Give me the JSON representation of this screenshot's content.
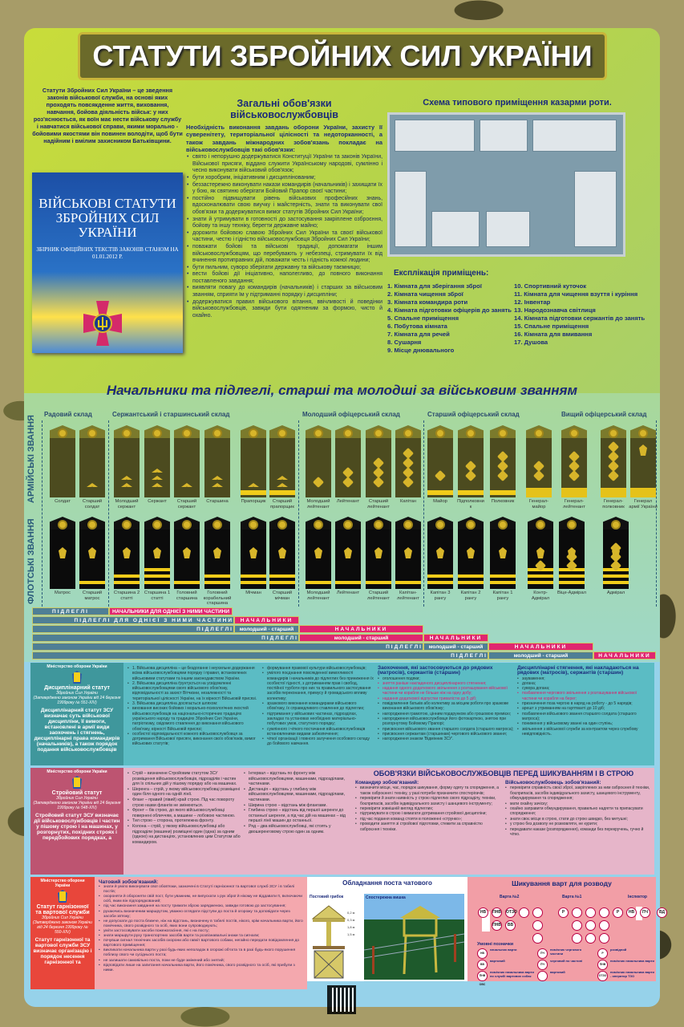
{
  "title": "СТАТУТИ ЗБРОЙНИХ СИЛ УКРАЇНИ",
  "intro": "Статути Збройних Сил України – це зведення законів військової служби, на основі яких проходять повсякденне життя, виховання, навчання, бойова діяльність військ: у них роз'яснюється, як воїн має нести військову службу і навчатися військової справи, якими морально - бойовими якостями він повинен володіти, щоб бути надійним і вмілим захисником Батьківщини.",
  "book": {
    "title": "ВІЙСЬКОВІ СТАТУТИ ЗБРОЙНИХ СИЛ УКРАЇНИ",
    "subtitle": "ЗБІРНИК ОФІЦІЙНИХ ТЕКСТІВ ЗАКОНІВ СТАНОМ НА 01.01.2012 Р."
  },
  "duties": {
    "title": "Загальні обов'язки військовослужбовців",
    "lead": "Необхідність виконання завдань оборони України, захисту її суверенітету, територіальної цілісності та недоторканності, а також завдань міжнародних зобов'язань покладає на військовослужбовців такі обов'язки:",
    "items": [
      "свято і непорушно додержуватися Конституції України та законів України, Військової присяги, віддано служити Українському народові, сумлінно і чесно виконувати військовий обов'язок;",
      "бути хоробрим, ініціативним і дисциплінованим;",
      "беззастережно виконувати накази командирів (начальників) і захищати їх у бою, як святиню оберігати Бойовий Прапор своєї частини;",
      "постійно підвищувати рівень військових професійних знань, вдосконалювати свою виучку і майстерність, знати та виконувати свої обов'язки та додержуватися вимог статутів Збройних Сил України;",
      "знати й утримувати в готовності до застосування закріплене озброєння, бойову та іншу техніку, берегти державне майно;",
      "дорожити бойовою славою Збройних Сил України та своєї військової частини, честю і гідністю військовослужбовця Збройних Сил України;",
      "поважати бойові та військові традиції, допомагати іншим військовослужбовцям, що перебувають у небезпеці, стримувати їх від вчинення протиправних дій, поважати честь і гідність кожної людини;",
      "бути пильним, суворо зберігати державну та військову таємницю;",
      "вести бойові дії ініціативно, наполегливо, до повного виконання поставленого завдання;",
      "виявляти повагу до командирів (начальників) і старших за військовим званням, сприяти їм у підтриманні порядку і дисципліни;",
      "додержуватися правил військового вітання, ввічливості й поведінки військовослужбовців, завжди бути одягненим за формою, чисто й охайно."
    ]
  },
  "scheme": {
    "title": "Схема типового приміщення казарми роти."
  },
  "explication": {
    "title": "Експлікація приміщень:",
    "col1": [
      "1. Кімната для зберігання зброї",
      "2. Кімната чищення зброї",
      "3. Кімната командира роти",
      "4. Кімната підготовки офіцерів до занять",
      "5. Спальне приміщення",
      "6. Побутова кімната",
      "7. Кімната для речей",
      "8. Сушарня",
      "9. Місце днювального"
    ],
    "col2": [
      "10. Спортивний куточок",
      "11. Кімната для чищення взуття і куріння",
      "12. Інвентар",
      "13. Народознавча світлиця",
      "14. Кімната підготовки сержантів до занять",
      "15. Спальне приміщення",
      "16. Кімната для вмивання",
      "17. Душова"
    ]
  },
  "ranks": {
    "title": "Начальники та підлеглі, старші та молодші за військовим званням",
    "army_label": "АРМІЙСЬКІ ЗВАННЯ",
    "navy_label": "ФЛОТСЬКІ ЗВАННЯ",
    "groups": [
      "Радовий склад",
      "Сержантський і старшинський склад",
      "Молодший офіцерський склад",
      "Старший офіцерський склад",
      "Вищий офіцерський склад"
    ],
    "army": [
      {
        "name": "Солдат",
        "chev": 0,
        "stars": 0,
        "bar": 0
      },
      {
        "name": "Старший солдат",
        "chev": 1,
        "stars": 0,
        "bar": 0
      },
      {
        "name": "Молодший сержант",
        "chev": 2,
        "stars": 0,
        "bar": 0
      },
      {
        "name": "Сержант",
        "chev": 3,
        "stars": 0,
        "bar": 0
      },
      {
        "name": "Старший сержант",
        "chev": 1,
        "stars": 0,
        "bar": 0
      },
      {
        "name": "Старшина",
        "chev": 2,
        "stars": 0,
        "bar": 0
      },
      {
        "name": "Прапорщик",
        "chev": 1,
        "stars": 0,
        "bar": 1
      },
      {
        "name": "Старший прапорщик",
        "chev": 2,
        "stars": 0,
        "bar": 1
      },
      {
        "name": "Молодший лейтенант",
        "chev": 0,
        "stars": 1,
        "bar": 0
      },
      {
        "name": "Лейтенант",
        "chev": 0,
        "stars": 2,
        "bar": 0
      },
      {
        "name": "Старший лейтенант",
        "chev": 0,
        "stars": 3,
        "bar": 0
      },
      {
        "name": "Капітан",
        "chev": 0,
        "stars": 4,
        "bar": 0
      },
      {
        "name": "Майор",
        "chev": 0,
        "stars": 1,
        "bar": 1
      },
      {
        "name": "Підполковник",
        "chev": 0,
        "stars": 2,
        "bar": 1
      },
      {
        "name": "Полковник",
        "chev": 0,
        "stars": 3,
        "bar": 1
      },
      {
        "name": "Генерал-майор",
        "chev": 0,
        "stars": 2,
        "bar": 2
      },
      {
        "name": "Генерал-лейтенант",
        "chev": 0,
        "stars": 3,
        "bar": 2
      },
      {
        "name": "Генерал-полковник",
        "chev": 0,
        "stars": 4,
        "bar": 2
      },
      {
        "name": "Генерал армії України",
        "chev": 0,
        "stars": 0,
        "bar": 2,
        "trident": 1
      }
    ],
    "navy": [
      {
        "name": "Матрос",
        "stripes": 0,
        "stars": 0
      },
      {
        "name": "Старший матрос",
        "stripes": 1,
        "stars": 0
      },
      {
        "name": "Старшина 2 статті",
        "stripes": 2,
        "stars": 0
      },
      {
        "name": "Старшина 1 статті",
        "stripes": 3,
        "stars": 0
      },
      {
        "name": "Головний старшина",
        "stripes": 1,
        "stars": 0
      },
      {
        "name": "Головний корабельний старшина",
        "stripes": 2,
        "stars": 0
      },
      {
        "name": "Мічман",
        "stripes": 2,
        "stars": 0
      },
      {
        "name": "Старший мічман",
        "stripes": 2,
        "stars": 0
      },
      {
        "name": "Молодший лейтенант",
        "stripes": 1,
        "stars": 0
      },
      {
        "name": "Лейтенант",
        "stripes": 1,
        "stars": 0
      },
      {
        "name": "Старший лейтенант",
        "stripes": 1,
        "stars": 0
      },
      {
        "name": "Капітан-лейтенант",
        "stripes": 1,
        "stars": 0
      },
      {
        "name": "Капітан 3 рангу",
        "stripes": 2,
        "stars": 0
      },
      {
        "name": "Капітан 2 рангу",
        "stripes": 2,
        "stars": 0
      },
      {
        "name": "Капітан 1 рангу",
        "stripes": 2,
        "stars": 0
      },
      {
        "name": "Контр-Адмірал",
        "stripes": 3,
        "stars": 1
      },
      {
        "name": "Віце-Адмірал",
        "stripes": 3,
        "stars": 2
      },
      {
        "name": "Адмірал",
        "stripes": 3,
        "stars": 3
      }
    ],
    "relations": {
      "sub": "ПІДЛЕГЛІ",
      "chiefs_unit": "НАЧАЛЬНИКИ ДЛЯ ОДНІЄЇ З НИМИ ЧАСТИНИ",
      "sub_unit": "ПІДЛЕГЛІ ДЛЯ ОДНІЄЇ З НИМИ ЧАСТИНИ",
      "chiefs": "НАЧАЛЬНИКИ",
      "junior_senior": "молодший - старший"
    }
  },
  "discipline": {
    "ministry": "Міністерство оборони України",
    "name": "Дисциплінарний статут",
    "forces": "Збройних Сил України",
    "law": "(Затверджено законом України від 24 березня 1999року № 551-XIV)",
    "desc": "Дисциплінарний статут ЗСУ визначає суть військової дисципліни, її вимоги, встановлені в армії види заохочень і стягнень, дисциплінарні права командирів (начальників), а також порядок подання військовослужбовців",
    "col1": [
      "1. Військова дисципліна – це бездоганне і неухильне додержання всіма військовослужбовцями порядку і правил, встановлених військовими статутами та іншим законодавством України.",
      "2. Військова дисципліна ґрунтується на усвідомленні військовослужбовцями свого військового обов'язку, відповідальності за захист Вітчизни, незалежності та територіальної цілісності України, на їх вірності Військовій присязі.",
      "3. Військова дисципліна досягається шляхом:",
      "виховання високих бойових і морально-психологічних якостей військовослужбовців на національно-історичних традиціях українського народу та традиціях Збройних Сил України, патріотизму, свідомого ставлення до виконання військового обов'язку, вірності Військовій присязі;",
      "особистої відповідальності кожного військовослужбовця за дотримання Військової присяги, виконання своїх обов'язків, вимог військових статутів;"
    ],
    "col2": [
      "формування правової культури військовослужбовців;",
      "умілого поєднання повсякденної вимогливості командирів і начальників до підлеглих без приниження їх особистої гідності, з дотриманням прав і свобод, постійної турботи про них та правильного застосування засобів переконання, примусу й громадського впливу колективу;",
      "зразкового виконання командирами військового обов'язку, їх справедливого ставлення до підлеглих;",
      "підтримання у військових частинах, підрозділах, закладах та установах необхідних матеріально-побутових умов, статутного порядку;",
      "сумлінного і чіткого постачання військовослужбовців встановленими видами забезпечення;",
      "чіткої організації і повного залучення особового складу до бойового навчання."
    ],
    "col3_title": "Заохочення, які застосовуються до рядових (матросів), сержантів (старшин)",
    "col3": [
      "оголошення подяки;",
      "зняття раніше накладеного дисциплінарного стягнення;",
      "надання одного додаткового звільнення з розташування військової частини чи корабля не більше ніж на одну добу;",
      "надання додаткової відпустки тривалістю до 5 діб;",
      "повідомлення батьків або колективу за місцем роботи про зразкове виконання військового обов'язку;",
      "нагородження грамотою, цінним подарунком або грошовою премією;",
      "нагородження військовослужбовця його фотокарткою, знятою при розгорнутому Бойовому Прапорі;",
      "присвоєння військового звання старшого солдата (старшого матроса);",
      "присвоєння сержантам (старшинам) чергового військового звання;",
      "нагородження знаком 'Відмінник ЗСУ'."
    ],
    "col4_title": "Дисциплінарні стягнення, які накладаються на рядових (матросів), сержантів (старшин)",
    "col4": [
      "зауваження;",
      "догана;",
      "сувора догана;",
      "позбавлення чергового звільнення з розташування військової частини чи корабля на берег;",
      "призначення поза чергою в наряд на роботу - до 5 нарядів;",
      "арешт з утриманням на гауптвахті до 10 діб;",
      "позбавлення військового звання старшого солдата (старшого матроса);",
      "пониження у військовому званні на один ступінь;",
      "звільнення з військової служби за контрактом через службову невідповідність."
    ]
  },
  "drill": {
    "ministry": "Міністерство оборони України",
    "name": "Стройовий статут",
    "forces": "Збройних Сил України",
    "law": "(Затверджено законом України від 24 березня 1999року № 548-XIV)",
    "desc": "Стройовий статут ЗСУ визначає дії військовослужбовців і частин у пішому строю і на машинах, у розгорнутих, похідних строях і передбойових порядках, а",
    "col1": [
      "Стрій – визначене Стройовим статутом ЗСУ розміщення військовослужбовців, підрозділів і частин для їх спільних дій у пішому порядку або на машинах.",
      "Шеренга – стрій, у якому військовослужбовці розміщені один біля одного на одній лінії.",
      "Фланг – правий (лівий) край строю. Під час повороту строю назви флангів не змінюються.",
      "Фронт – бік строю, до якого військовослужбовці повернені обличчям, а машини – лобовою частиною.",
      "Тил строю – сторона, протилежна фронту.",
      "Колона – стрій, у якому військовослужбовці або підрозділи (машини) розміщені один (одна) за одним (одною) на дистанціях, установлених цим Статутом або командиром."
    ],
    "col2": [
      "Інтервал – відстань по фронту між військовослужбовцями, машинами, підрозділами, частинами.",
      "Дистанція – відстань у глибину між військовослужбовцями, машинами, підрозділами, частинами.",
      "Ширина строю – відстань між флангами.",
      "Глибина строю – відстань від першої шеренги до останньої шеренги, а під час дій на машинах – від першої лінії машин до останньої.",
      "Ряд – два військовослужбовці, які стоять у двошеренговому строю один за одним."
    ],
    "heading": "ОБОВ'ЯЗКИ ВІЙСЬКОВОСЛУЖБОВЦІВ ПЕРЕД ШИКУВАННЯМ І В СТРОЮ",
    "col3_title": "Командир зобов'язаний:",
    "col3": [
      "визначити місце, час, порядок шикування, форму одягу та спорядження, а також озброєння і техніку, у разі потреби призначити спостерігачів;",
      "перевірити й знати наявність у строю підлеглих свого підрозділу, техніки, боєприпасів, засобів індивідуального захисту і шанцевого інструменту;",
      "перевірити зовнішній вигляд підлеглих;",
      "підтримувати в строю і вимагати дотримання стройової дисципліни;",
      "під час подання команд стояти в положенні «струнко»;",
      "проводити заняття зі стройової підготовки, стежити за справністю озброєння і техніки."
    ],
    "col4_title": "Військовослужбовець зобов'язаний:",
    "col4": [
      "перевірити справність своєї зброї, закріплених за ним озброєння й техніки, боєприпасів, засобів індивідуального захисту, шанцевого інструменту, обмундирування та спорядження;",
      "мати охайну зачіску;",
      "охайно заправити обмундирування, правильно надягти та припасувати спорядження;",
      "знати своє місце в строю, стати до строю швидко, без метушні;",
      "у строю без дозволу не розмовляти, не курити;",
      "передавати накази (розпорядження), команди без перекручень, гучно й чітко."
    ]
  },
  "garrison": {
    "ministry": "Міністерство оборони України",
    "name": "Статут гарнізонної та вартової служби",
    "forces": "Збройних Сил України",
    "law": "(Затверджено законом України від 24 березня 1999року № 550-XIV)",
    "desc": "Статут гарнізонної та вартової служби ЗСУ визначає організацію і порядок несення гарнізонної та",
    "col_title": "Чатовий зобов'язаний:",
    "items": [
      "знати й уміло виконувати свої обов'язки, зазначені в Статуті гарнізонної та вартової служб ЗСУ і в табелі постів;",
      "охороняти й обороняти свій пост, бути уважним, не випускати з рук зброї й нікому не віддавати її, включаючи осіб, яким він підпорядкований;",
      "під час виконання завдання на посту тримати зброю зарядженою, завжди готовою до застосування;",
      "рухаючись визначеним маршрутом, уважно оглядати підступи до поста й огорожу та доповідати через засоби зв'язку;",
      "не допускати до поста ближче, ніж на відстань, визначену в табелі постів, нікого, крім начальника варти, його помічника, свого розвідного та осіб, яких вони супроводжують;",
      "уміти застосовувати засоби пожежогасіння, які є на посту;",
      "знати маршрути руху транспортних засобів варти та розпізнавальні знаки та сигнали;",
      "почувши сигнал технічних засобів охорони або гавкіт вартового собаки, негайно передати повідомлення до вартового приміщення;",
      "викликати начальника варти у разі будь-яких неполадок в огорожі об'єкта та в разі будь-якого порушення поблизу свого чи сусіднього поста;",
      "не залишати самовільно поста, поки не буде змінений або знятий;",
      "відповідати лише на запитання начальника варти, його помічника, свого розвідного та осіб, які прибули з ними."
    ]
  },
  "post": {
    "title": "Обладнання поста чатового",
    "mushroom": "Постовий грибок",
    "tower": "Спостережна вишка",
    "dims": [
      "0,2 м",
      "0,3 м",
      "1,8 м",
      "1,5 м"
    ]
  },
  "guard": {
    "title": "Шикування варт для розводу",
    "g2": "Варта №2",
    "g1": "Варта №1",
    "inspector": "Інспектор",
    "legend_title": "Умовні позначки",
    "symbols": [
      "НВ",
      "ПНВ",
      "ОТЗО",
      "ВВ",
      "Р",
      "ПЧ",
      "ВД"
    ],
    "legend": [
      {
        "s": "НВ",
        "t": "начальник варти"
      },
      {
        "s": "ПЧ",
        "t": "помічник чергового частини"
      },
      {
        "s": "Р",
        "t": "розвідний"
      },
      {
        "s": "ВВ",
        "t": "вартовий"
      },
      {
        "s": "ПЧ",
        "t": "черговий по частині"
      },
      {
        "s": "ПНВ",
        "t": "помічник начальника варти"
      },
      {
        "s": "ПНВ ОВС",
        "t": "помічник начальника варти по службі вартових собак"
      },
      {
        "s": "",
        "t": "вартовий"
      },
      {
        "s": "ОТЗО",
        "t": "помічник начальника варти - оператор ТЗО"
      }
    ]
  },
  "colors": {
    "accent_blue": "#1a2a7a",
    "pink": "#e0266f",
    "slate": "#4f7f95",
    "olive": "#4c4b1f",
    "navy_black": "#0b0b0b",
    "gold": "#d7b52a"
  }
}
